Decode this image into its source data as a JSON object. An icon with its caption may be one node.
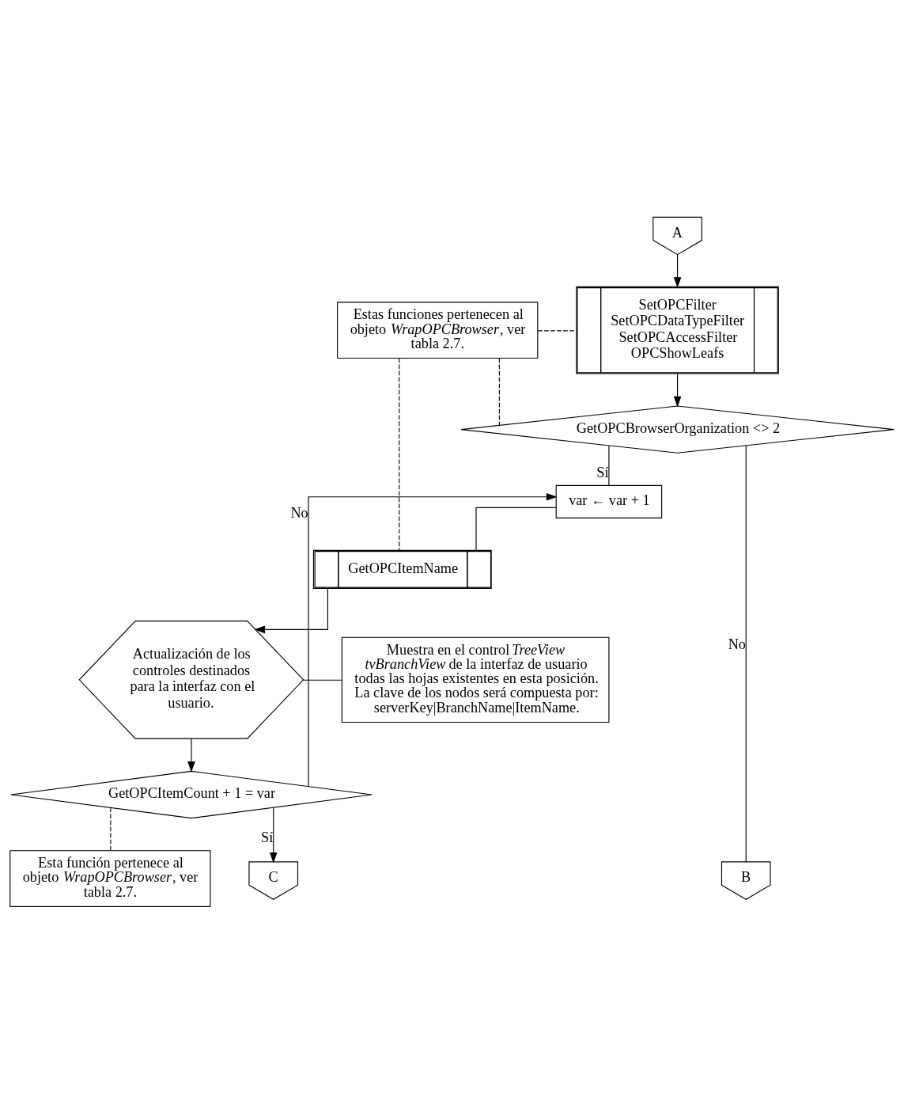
{
  "diagram": {
    "nodes": [
      {
        "text": [
          "A"
        ]
      },
      {
        "text": [
          "SetOPCFilter SetOPCDataTypeFilter SetOPCAccessFilter OPCShowLeafs"
        ]
      },
      {
        "text": [
          "Estas funciones pertenecen al objeto *WrapOPCBrowser*, ver tabla 2.7."
        ]
      },
      {
        "text": [
          "GetOPCBrowserOrganization <> 2"
        ]
      },
      {
        "text": [
          "var ← var + 1"
        ]
      },
      {
        "text": [
          "GetOPCItemName"
        ]
      },
      {
        "text": [
          "Actualización de los controles destinados para la interfaz con el usuario."
        ]
      },
      {
        "text": [
          "Muestra en el control *TreeView tvBranchView* de la interfaz de usuario todas las hojas existentes en esta posición. La clave de los nodos será compuesta por: serverKey|BranchName|ItemName."
        ]
      },
      {
        "text": [
          "GetOPCItemCount + 1 = var"
        ]
      },
      {
        "text": [
          "Esta función pertenece al objeto *WrapOPCBrowser*, ver tabla 2.7."
        ]
      },
      {
        "text": [
          "B"
        ]
      },
      {
        "text": [
          "C"
        ]
      }
    ],
    "edges": [
      {
        "from": 0,
        "to": 1,
        "arrow": "to"
      },
      {
        "from": 1,
        "to": 3,
        "arrow": "to"
      },
      {
        "from": 2,
        "to": 1,
        "arrow": "none",
        "style": "dashed"
      },
      {
        "from": 2,
        "to": 3,
        "arrow": "none",
        "style": "dashed"
      },
      {
        "from": 2,
        "to": 5,
        "arrow": "none",
        "style": "dashed"
      },
      {
        "from": 3,
        "to": 10,
        "arrow": "none",
        "label": "No"
      },
      {
        "from": 3,
        "to": 4,
        "arrow": "none",
        "label": "Sí"
      },
      {
        "from": 4,
        "to": 5,
        "arrow": "none"
      },
      {
        "from": 5,
        "to": 6,
        "arrow": "to"
      },
      {
        "from": 6,
        "to": 7,
        "arrow": "none"
      },
      {
        "from": 6,
        "to": 8,
        "arrow": "to"
      },
      {
        "from": 8,
        "to": 4,
        "arrow": "to",
        "label": "No"
      },
      {
        "from": 8,
        "to": 11,
        "arrow": "to",
        "label": "Sí"
      },
      {
        "from": 8,
        "to": 9,
        "arrow": "none",
        "style": "dashed"
      }
    ]
  }
}
